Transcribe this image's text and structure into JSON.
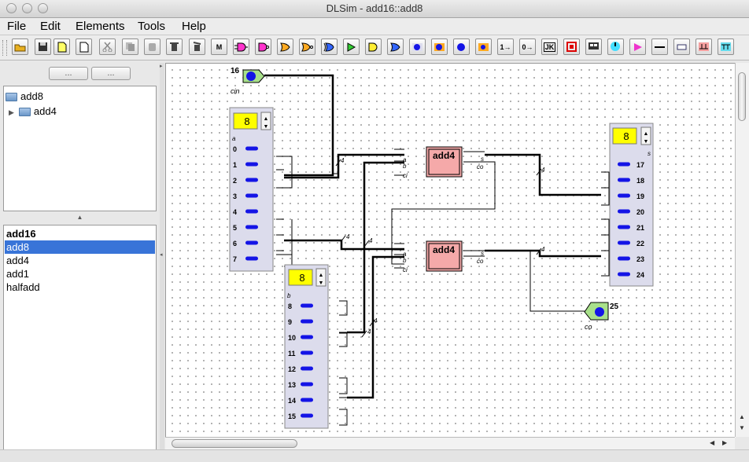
{
  "window": {
    "title": "DLSim - add16::add8"
  },
  "menu": {
    "items": [
      "File",
      "Edit",
      "Elements",
      "Tools",
      "Help"
    ]
  },
  "toolbar": {
    "text_buttons": {
      "m_label": "M",
      "hi_label": "1→",
      "lo_label": "0→",
      "jk_label": "JK"
    }
  },
  "left_panel": {
    "top_buttons": [
      "...",
      "..."
    ],
    "tree": [
      {
        "label": "add8",
        "expanded": true
      },
      {
        "label": "add4",
        "expanded": false
      }
    ],
    "modules": [
      {
        "label": "add16",
        "bold": true,
        "selected": false
      },
      {
        "label": "add8",
        "bold": false,
        "selected": true
      },
      {
        "label": "add4",
        "bold": false,
        "selected": false
      },
      {
        "label": "add1",
        "bold": false,
        "selected": false
      },
      {
        "label": "halfadd",
        "bold": false,
        "selected": false
      }
    ]
  },
  "circuit": {
    "cin": {
      "number": "16",
      "label": "cin"
    },
    "co": {
      "number": "25",
      "label": "co"
    },
    "input_a": {
      "width": "8",
      "name": "a",
      "bits": [
        "0",
        "1",
        "2",
        "3",
        "4",
        "5",
        "6",
        "7"
      ]
    },
    "input_b": {
      "width": "8",
      "name": "b",
      "bits": [
        "8",
        "9",
        "10",
        "11",
        "12",
        "13",
        "14",
        "15"
      ]
    },
    "output_s": {
      "width": "8",
      "name": "s",
      "bits": [
        "17",
        "18",
        "19",
        "20",
        "21",
        "22",
        "23",
        "24"
      ]
    },
    "adder_top": {
      "title": "add4",
      "in_ports": [
        "a",
        "b",
        "ci"
      ],
      "out_ports": [
        "s",
        "co"
      ]
    },
    "adder_bottom": {
      "title": "add4",
      "in_ports": [
        "a",
        "b",
        "ci"
      ],
      "out_ports": [
        "s",
        "co"
      ]
    },
    "bus_width": "4"
  },
  "colors": {
    "selection": "#3874d8",
    "led": "#1414e6",
    "adder_fill": "#f5a9a9",
    "terminal_fill": "#a8e08a",
    "display_fill": "#ffff00",
    "panel_fill": "#dcdcec"
  }
}
